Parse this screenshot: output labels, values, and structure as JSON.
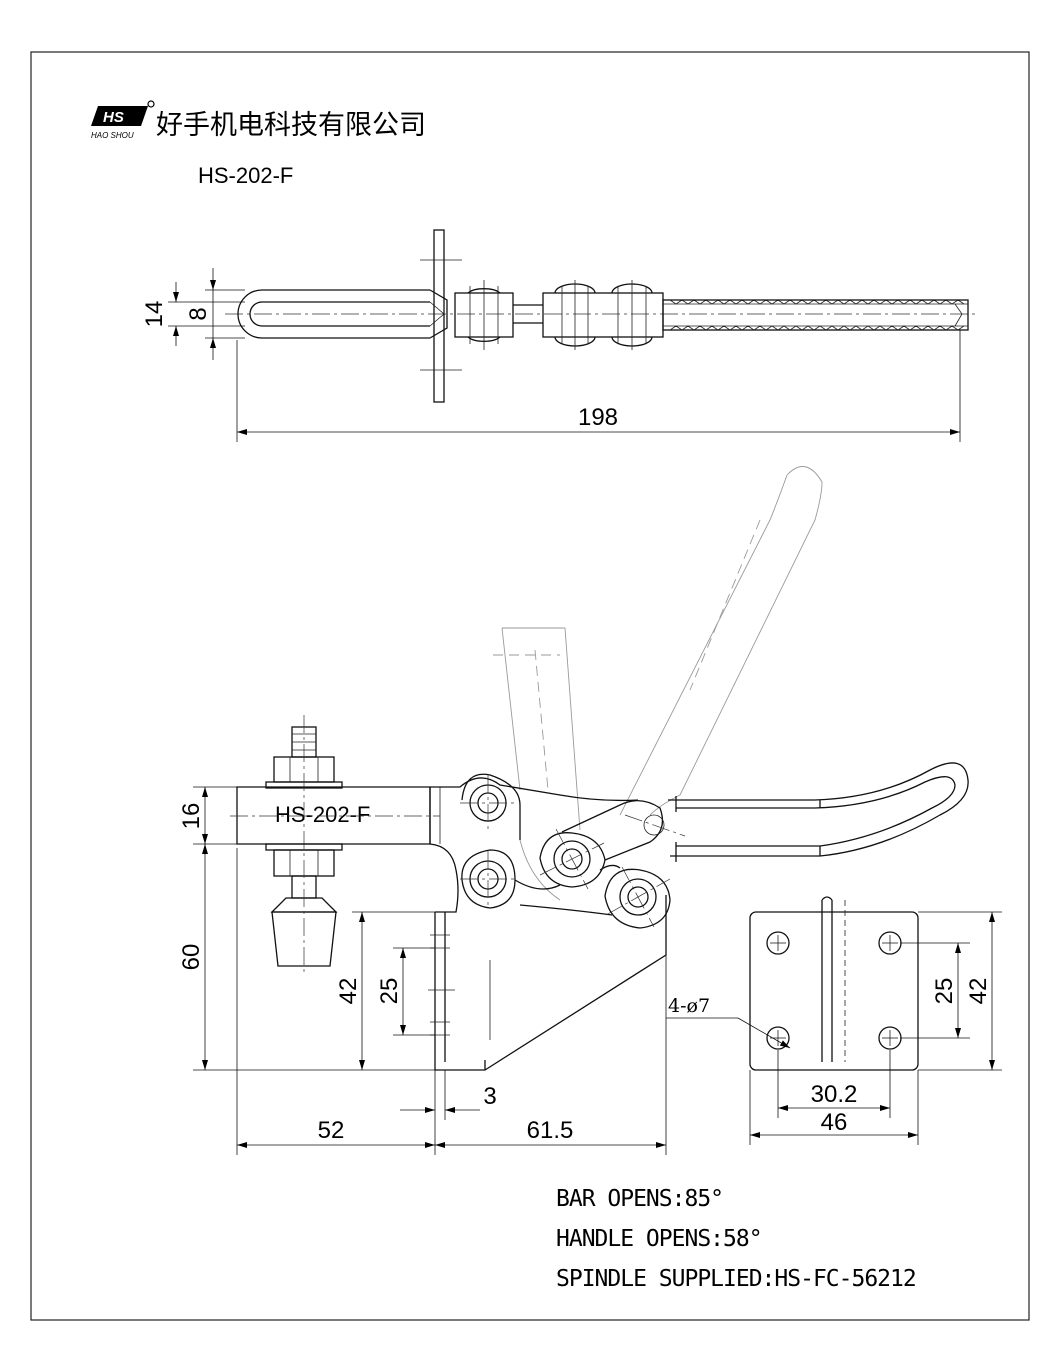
{
  "company": {
    "logo_text": "HS",
    "logo_subtext": "HAO SHOU",
    "name_cn": "好手机电科技有限公司"
  },
  "model": "HS-202-F",
  "body_label": "HS-202-F",
  "dimensions": {
    "overall_length": "198",
    "top_height": "14",
    "top_inner": "8",
    "arm_height": "16",
    "total_height": "60",
    "base_height": "42",
    "base_hole_spacing": "25",
    "flange_thickness": "3",
    "reach": "52",
    "base_length": "61.5",
    "plate_hole_spacing_v": "25",
    "plate_height": "42",
    "plate_hole_spacing_h": "30.2",
    "plate_width": "46",
    "holes": "4-ø7"
  },
  "notes": [
    "BAR OPENS:85°",
    "HANDLE OPENS:58°",
    "SPINDLE SUPPLIED:HS-FC-56212"
  ]
}
